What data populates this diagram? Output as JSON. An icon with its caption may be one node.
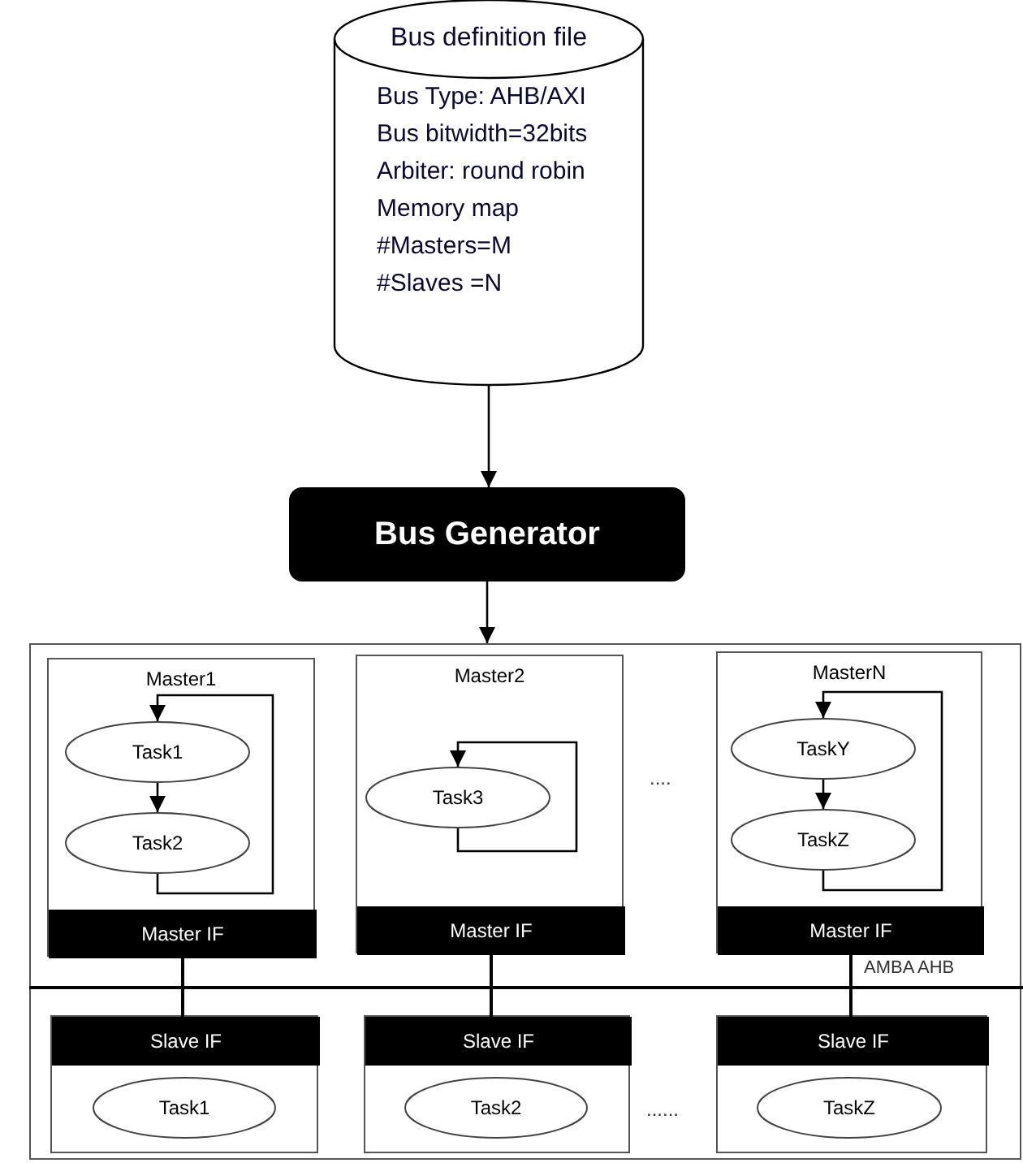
{
  "diagram": {
    "nodes": [
      {
        "text": [
          "Bus definition file",
          "Bus Type: AHB/AXI",
          "Bus bitwidth=32bits",
          "Arbiter: round robin",
          "Memory map",
          "#Masters=M",
          "#Slaves =N"
        ]
      },
      {
        "text": [
          "Bus Generator"
        ]
      },
      {
        "text": [],
        "shape": "box"
      },
      {
        "text": [
          "Master1"
        ],
        "in": 2
      },
      {
        "text": [
          "Task1"
        ],
        "in": 3
      },
      {
        "text": [
          "Task2"
        ],
        "in": 3
      },
      {
        "text": [
          "Master IF"
        ],
        "in": 3
      },
      {
        "text": [
          "Master2"
        ],
        "in": 2
      },
      {
        "text": [
          "Task3"
        ],
        "in": 7
      },
      {
        "text": [
          "Master IF"
        ],
        "in": 7
      },
      {
        "text": [
          "MasterN"
        ],
        "in": 2
      },
      {
        "text": [
          "TaskY"
        ],
        "in": 10
      },
      {
        "text": [
          "TaskZ"
        ],
        "in": 10
      },
      {
        "text": [
          "Master IF"
        ],
        "in": 10
      },
      {
        "text": [],
        "shape": "box",
        "in": 2
      },
      {
        "text": [
          "Slave IF"
        ],
        "in": 14
      },
      {
        "text": [
          "Task1"
        ],
        "in": 14
      },
      {
        "text": [],
        "shape": "box",
        "in": 2
      },
      {
        "text": [
          "Slave IF"
        ],
        "in": 17
      },
      {
        "text": [
          "Task2"
        ],
        "in": 17
      },
      {
        "text": [],
        "shape": "box",
        "in": 2
      },
      {
        "text": [
          "Slave IF"
        ],
        "in": 20
      },
      {
        "text": [
          "TaskZ"
        ],
        "in": 20
      }
    ],
    "edges": [
      {
        "from": 0,
        "to": 1,
        "arrow": "to"
      },
      {
        "from": 1,
        "to": 2,
        "arrow": "to"
      },
      {
        "from": 4,
        "to": 5,
        "arrow": "to"
      },
      {
        "from": 5,
        "to": 4,
        "arrow": "to"
      },
      {
        "from": 8,
        "to": 8,
        "arrow": "to"
      },
      {
        "from": 11,
        "to": 12,
        "arrow": "to"
      },
      {
        "from": 12,
        "to": 11,
        "arrow": "to"
      },
      {
        "from": 6,
        "to": 15,
        "arrow": "none"
      },
      {
        "from": 9,
        "to": 18,
        "arrow": "none"
      },
      {
        "from": 13,
        "to": 21,
        "arrow": "none"
      }
    ],
    "labels": [
      "....",
      "AMBA AHB",
      "......"
    ]
  }
}
